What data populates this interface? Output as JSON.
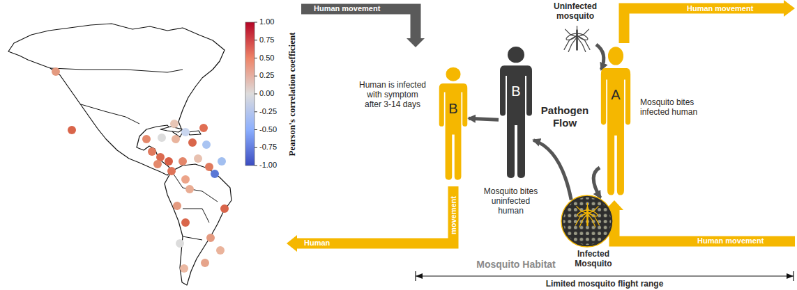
{
  "diagram": {
    "nodes": [
      {
        "text": [
          "Mosquito Habitat"
        ]
      },
      {
        "text": [
          "Uninfected mosquito"
        ],
        "in": 0
      },
      {
        "text": [
          "A",
          "Mosquito bites infected human"
        ],
        "in": 0
      },
      {
        "text": [
          "Infected Mosquito"
        ],
        "in": 0
      },
      {
        "text": [
          "B",
          "Mosquito bites uninfected human"
        ],
        "in": 0
      },
      {
        "text": [
          "B",
          "Human is infected with symptom after 3-14 days"
        ],
        "in": 0
      }
    ],
    "edges": [
      {
        "from": 1,
        "to": 2,
        "arrow": "to"
      },
      {
        "from": 2,
        "to": 3,
        "arrow": "to"
      },
      {
        "from": 3,
        "to": 4,
        "arrow": "to"
      },
      {
        "from": 4,
        "to": 5,
        "arrow": "to"
      }
    ],
    "labels": [
      "Human movement",
      "Human movement",
      "Pathogen Flow",
      "movement",
      "Human",
      "Human movement",
      "Limited mosquito flight range",
      "Pearson's correlation coefficient",
      "1.00",
      "0.75",
      "0.50",
      "0.25",
      "0.00",
      "-0.25",
      "-0.50",
      "-0.75",
      "-1.00"
    ]
  }
}
